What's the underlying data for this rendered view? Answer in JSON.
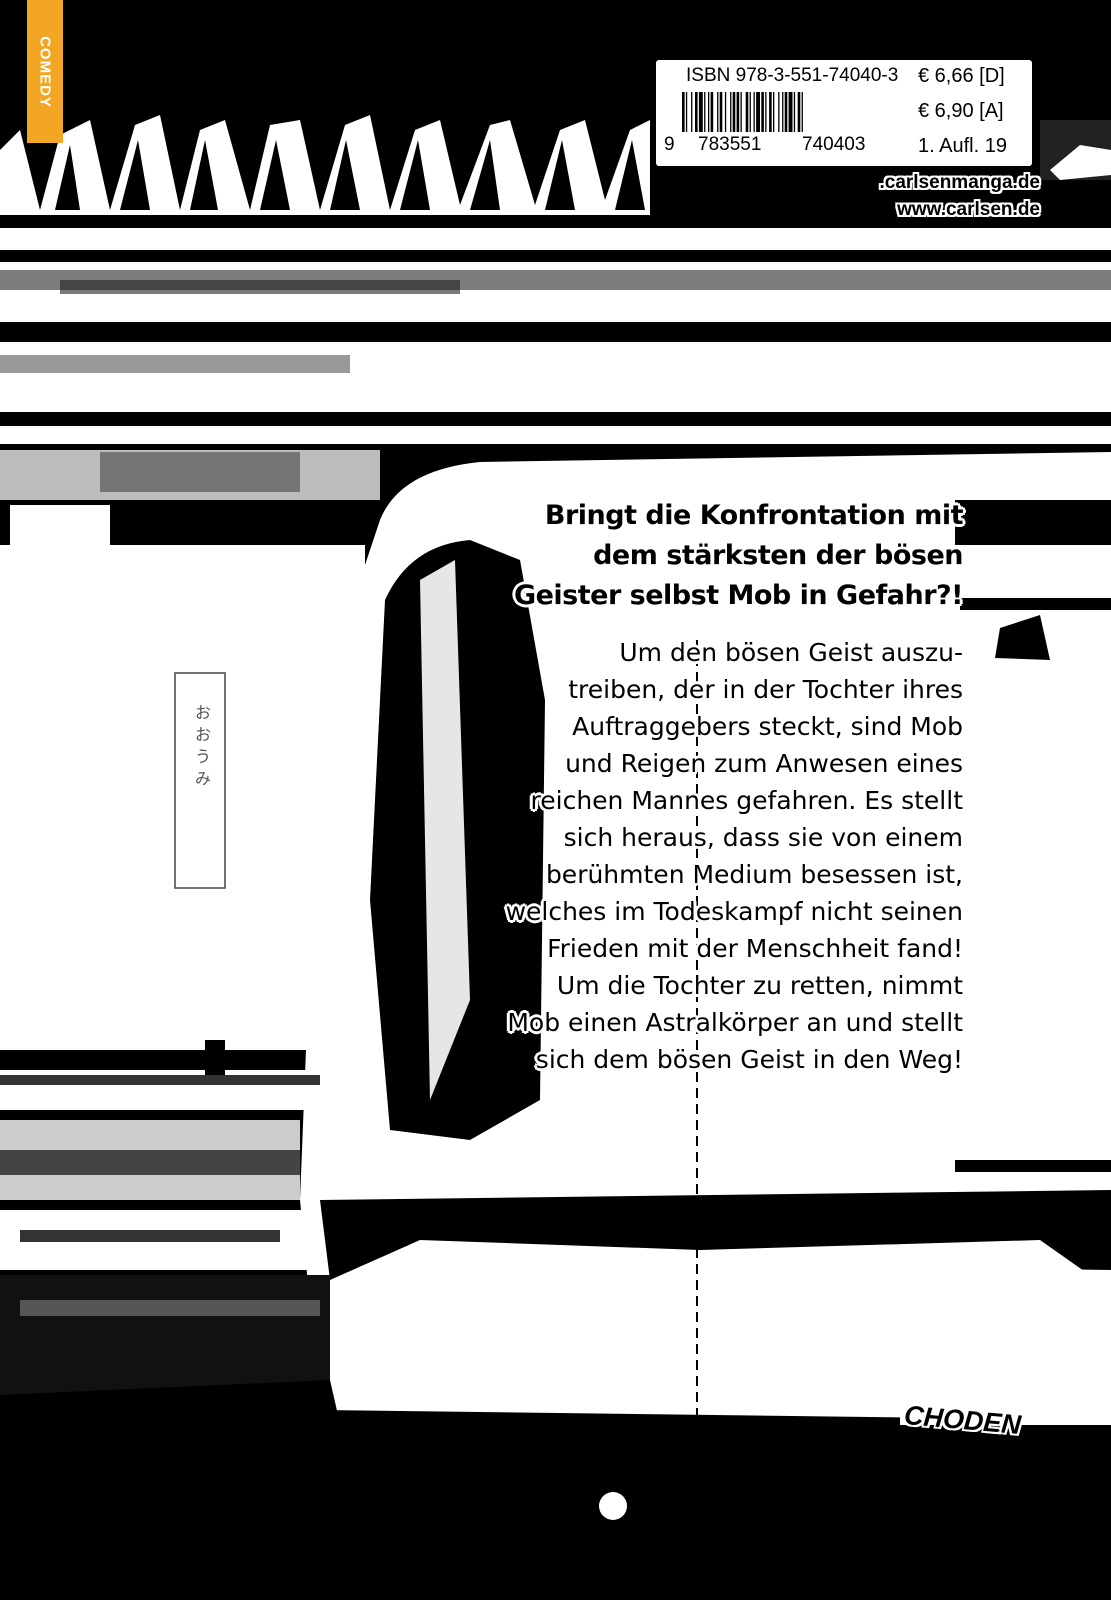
{
  "genre_tab": {
    "label": "COMEDY",
    "color": "#f2a623"
  },
  "barcode": {
    "isbn": "ISBN 978-3-551-74040-3",
    "digits": [
      "9",
      "783551",
      "740403"
    ],
    "prices": [
      "€  6,66 [D]",
      "€  6,90 [A]",
      "1. Aufl. 19"
    ]
  },
  "urls": [
    ".carlsenmanga.de",
    "www.carlsen.de"
  ],
  "tagline": [
    "Bringt die Konfrontation mit",
    "dem stärksten der bösen",
    "Geister selbst Mob in Gefahr?!"
  ],
  "blurb": [
    "Um den bösen Geist auszu-",
    "treiben, der in der Tochter ihres",
    "Auftraggebers steckt, sind Mob",
    "und Reigen zum Anwesen eines",
    "reichen Mannes gefahren. Es stellt",
    "sich heraus, dass sie von einem",
    "berühmten Medium besessen ist,",
    "welches im Todeskampf nicht seinen",
    "Frieden mit der Menschheit fand!",
    "Um die Tochter zu retten, nimmt",
    "Mob einen Astralkörper an und stellt",
    "sich dem bösen Geist in den Weg!"
  ],
  "train_logo": "CHODEN",
  "station_sign": "おおうみ",
  "colors": {
    "accent": "#f2a623",
    "ink": "#000000",
    "paper": "#ffffff"
  }
}
